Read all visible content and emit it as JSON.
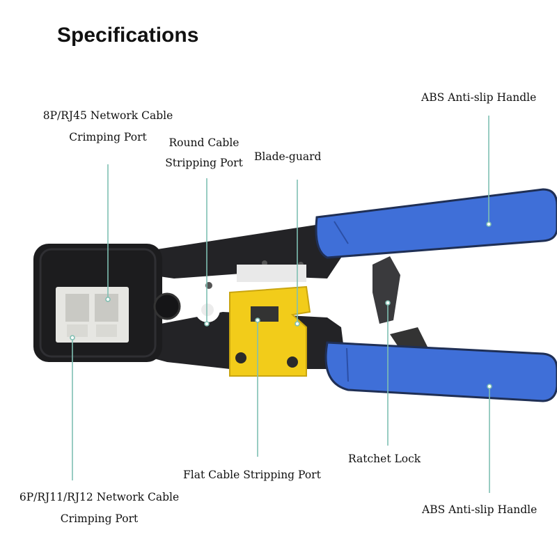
{
  "title": "Specifications",
  "labels": {
    "rj45_line1": "8P/RJ45 Network Cable",
    "rj45_line2": "Crimping Port",
    "round_line1": "Round Cable",
    "round_line2": "Stripping Port",
    "blade_guard": "Blade-guard",
    "abs_top": "ABS Anti-slip Handle",
    "ratchet": "Ratchet Lock",
    "flat_cable": "Flat Cable Stripping Port",
    "rj11_line1": "6P/RJ11/RJ12 Network Cable",
    "rj11_line2": "Crimping Port",
    "abs_bottom": "ABS Anti-slip Handle"
  },
  "colors": {
    "handle_blue": "#3f6fd8",
    "head_black": "#1c1c1e",
    "guard_yellow": "#f2cc1a",
    "leader_teal": "#7fbfb2"
  }
}
